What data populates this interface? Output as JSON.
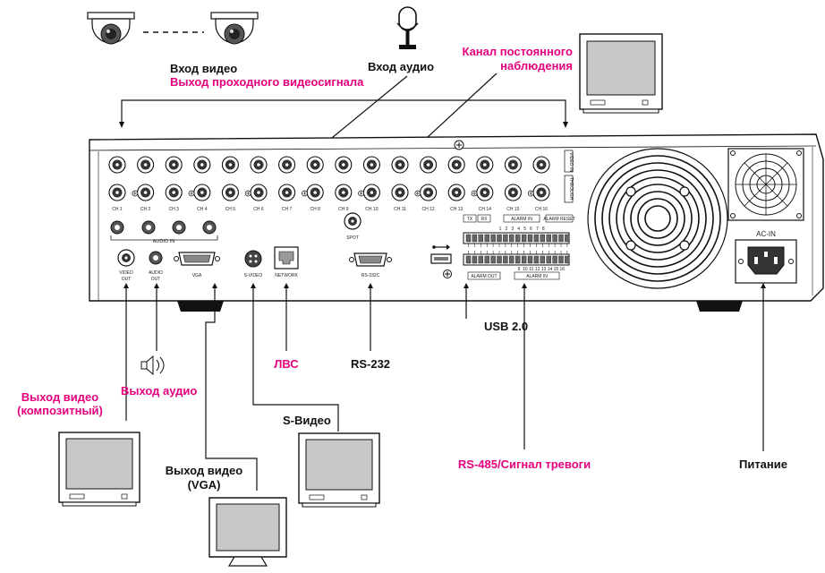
{
  "labels": {
    "video_in": "Вход видео",
    "video_through": "Выход проходного видеосигнала",
    "audio_in": "Вход аудио",
    "spot_channel_1": "Канал постоянного",
    "spot_channel_2": "наблюдения",
    "usb": "USB 2.0",
    "lan": "ЛВС",
    "rs232": "RS-232",
    "video_out_1": "Выход видео",
    "video_out_2": "(композитный)",
    "audio_out": "Выход аудио",
    "s_video": "S-Видео",
    "vga_out_1": "Выход видео",
    "vga_out_2": "(VGA)",
    "rs485_alarm": "RS-485/Сигнал тревоги",
    "power": "Питание"
  },
  "panel": {
    "channels": [
      "CH 1",
      "CH 2",
      "CH 3",
      "CH 4",
      "CH 5",
      "CH 6",
      "CH 7",
      "CH 8",
      "CH 9",
      "CH 10",
      "CH 11",
      "CH 12",
      "CH 13",
      "CH 14",
      "CH 15",
      "CH 16"
    ],
    "audio_in": "AUDIO IN",
    "video_out": "VIDEO OUT",
    "audio_out": "AUDIO OUT",
    "vga": "VGA",
    "s_video": "S-VIDEO",
    "network": "NETWORK",
    "rs232c": "RS-232C",
    "spot": "SPOT",
    "video_in_tag": "VIDEO IN",
    "through_tag": "THROUGH",
    "ac_in": "AC-IN",
    "tx": "TX",
    "rx": "RX",
    "alarm_in": "ALARM IN",
    "alarm_reset": "ALARM RESET",
    "alarm_out": "ALARM OUT",
    "alarm_in_bottom": "ALARM IN",
    "alarm_top_nums": [
      "1",
      "2",
      "3",
      "4",
      "5",
      "6",
      "7",
      "8"
    ],
    "alarm_bottom_nums": [
      "9",
      "10",
      "11",
      "12",
      "13",
      "14",
      "15",
      "16"
    ]
  },
  "colors": {
    "accent": "#e6007e",
    "text": "#111111",
    "screen": "#c8c8c8"
  },
  "icons": {
    "camera": "dome-camera-icon",
    "mic": "microphone-icon",
    "speaker": "speaker-icon",
    "monitor": "monitor-icon",
    "usb": "usb-icon",
    "ground": "ground-icon"
  }
}
